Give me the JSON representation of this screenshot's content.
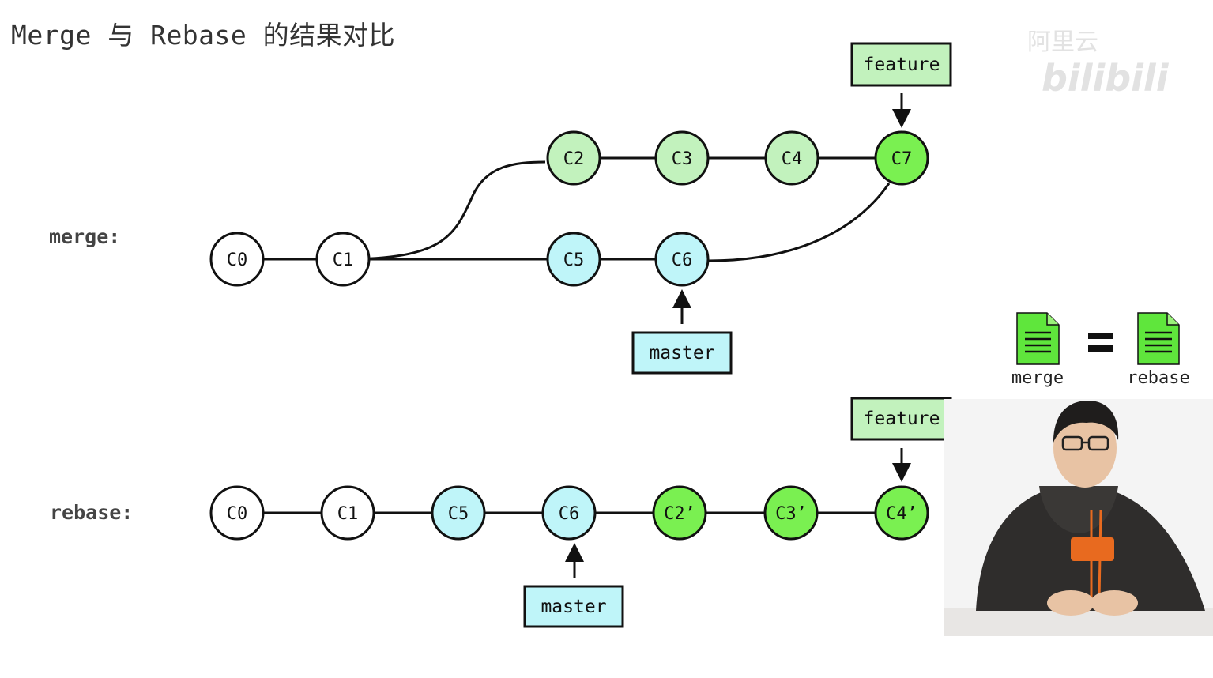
{
  "title": "Merge 与 Rebase 的结果对比",
  "watermark": {
    "text": "阿里云",
    "brand": "bilibili"
  },
  "colors": {
    "plain": "#ffffff",
    "feature_commit": "#c2f2bd",
    "master_commit": "#bff5f9",
    "merge_commit": "#7af051",
    "rebased_commit": "#7af051",
    "feature_tag": "#c2f2bd",
    "master_tag": "#bff5f9",
    "doc_icon": "#5fe63c"
  },
  "merge_graph": {
    "label": "merge:",
    "commits": [
      {
        "id": "C0",
        "type": "plain"
      },
      {
        "id": "C1",
        "type": "plain"
      },
      {
        "id": "C2",
        "type": "feature_commit"
      },
      {
        "id": "C3",
        "type": "feature_commit"
      },
      {
        "id": "C4",
        "type": "feature_commit"
      },
      {
        "id": "C7",
        "type": "merge_commit"
      },
      {
        "id": "C5",
        "type": "master_commit"
      },
      {
        "id": "C6",
        "type": "master_commit"
      }
    ],
    "tags": {
      "feature": "feature",
      "master": "master"
    }
  },
  "rebase_graph": {
    "label": "rebase:",
    "commits": [
      {
        "id": "C0",
        "type": "plain"
      },
      {
        "id": "C1",
        "type": "plain"
      },
      {
        "id": "C5",
        "type": "master_commit"
      },
      {
        "id": "C6",
        "type": "master_commit"
      },
      {
        "id": "C2’",
        "type": "rebased_commit"
      },
      {
        "id": "C3’",
        "type": "rebased_commit"
      },
      {
        "id": "C4’",
        "type": "rebased_commit"
      }
    ],
    "tags": {
      "feature": "feature",
      "master": "master"
    }
  },
  "comparison": {
    "left_label": "merge",
    "operator": "=",
    "right_label": "rebase"
  }
}
